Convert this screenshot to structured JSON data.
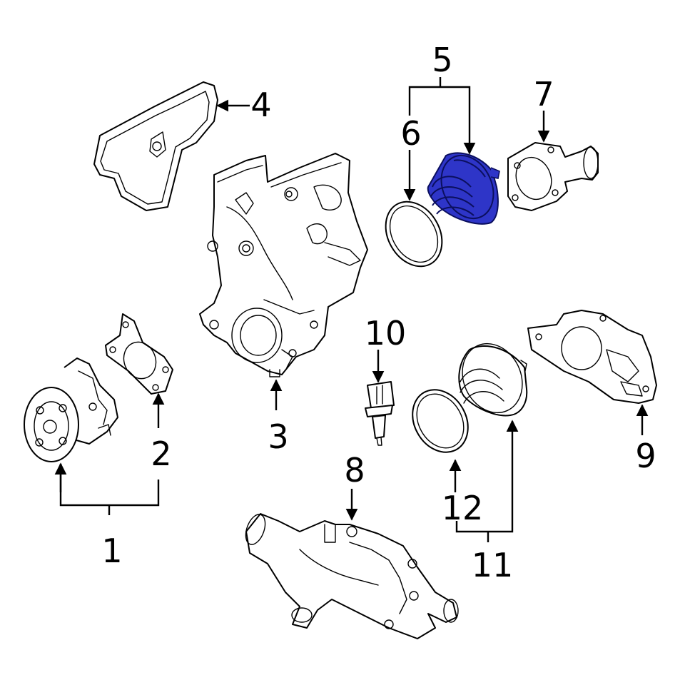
{
  "callouts": [
    "1",
    "2",
    "3",
    "4",
    "5",
    "6",
    "7",
    "8",
    "9",
    "10",
    "11",
    "12"
  ],
  "colors": {
    "highlight": "#2e35c8",
    "highlight_dark": "#0b0f5e",
    "line": "#000000",
    "background": "#ffffff"
  },
  "highlighted_part": "5"
}
